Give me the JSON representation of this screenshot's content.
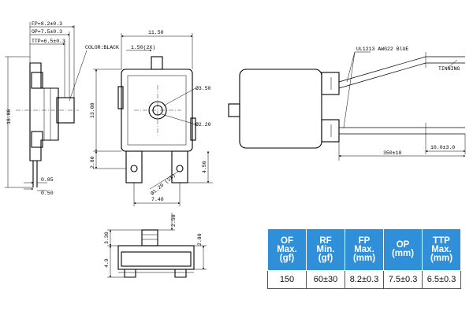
{
  "dimensions": {
    "fp": "FP=8.2±0.3",
    "op": "OP=7.5±0.3",
    "ttp": "TTP=6.5±0.3",
    "color_note": "COLOR:BLACK",
    "height_1680": "16.80",
    "width_085": "0.85",
    "width_050": "0.50",
    "width_1150": "11.50",
    "pitch_150": "1.50(2X)",
    "height_1300": "13.00",
    "hole_350": "Ø3.50",
    "hole_220": "Ø2.20",
    "offset_280": "2.80",
    "offset_450": "4.50",
    "hole_120": "Ø1.20 (2X)",
    "width_740": "7.40",
    "wire_spec": "UL1213 AWG22 BlUE",
    "tinning": "TINNING",
    "length_350": "350±10",
    "strip_100": "10.0±3.0",
    "side_250": "2.50",
    "side_330": "3.30",
    "side_280": "2.80",
    "side_49": "4.9"
  },
  "spec_table": {
    "headers": [
      [
        "OF",
        "Max.",
        "(gf)"
      ],
      [
        "RF",
        "Min.",
        "(gf)"
      ],
      [
        "FP",
        "Max.",
        "(mm)"
      ],
      [
        "OP",
        "(mm)"
      ],
      [
        "TTP",
        "Max.",
        "(mm)"
      ]
    ],
    "values": [
      "150",
      "60±30",
      "8.2±0.3",
      "7.5±0.3",
      "6.5±0.3"
    ],
    "header_color": "#2f8fd8"
  }
}
